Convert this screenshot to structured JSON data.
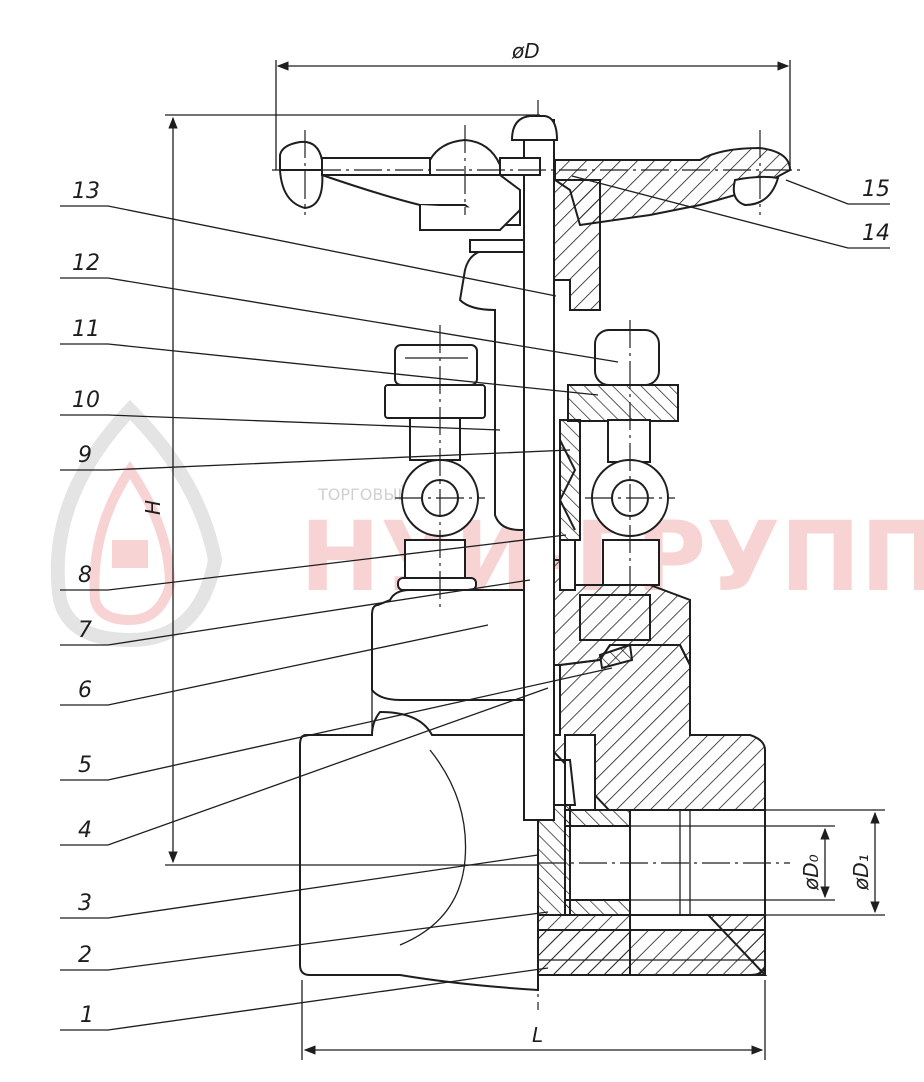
{
  "dimensions": {
    "handwheel_diameter": "øD",
    "height": "H",
    "length": "L",
    "bore_diameter": "øD₀",
    "thread_diameter": "øD₁"
  },
  "part_numbers": [
    "1",
    "2",
    "3",
    "4",
    "5",
    "6",
    "7",
    "8",
    "9",
    "10",
    "11",
    "12",
    "13",
    "14",
    "15"
  ],
  "watermark": {
    "main_text": "НУИ-ГРУПП",
    "small_text": "ТОРГОВЫЙ ДОМ",
    "color": "#e23b3b"
  }
}
